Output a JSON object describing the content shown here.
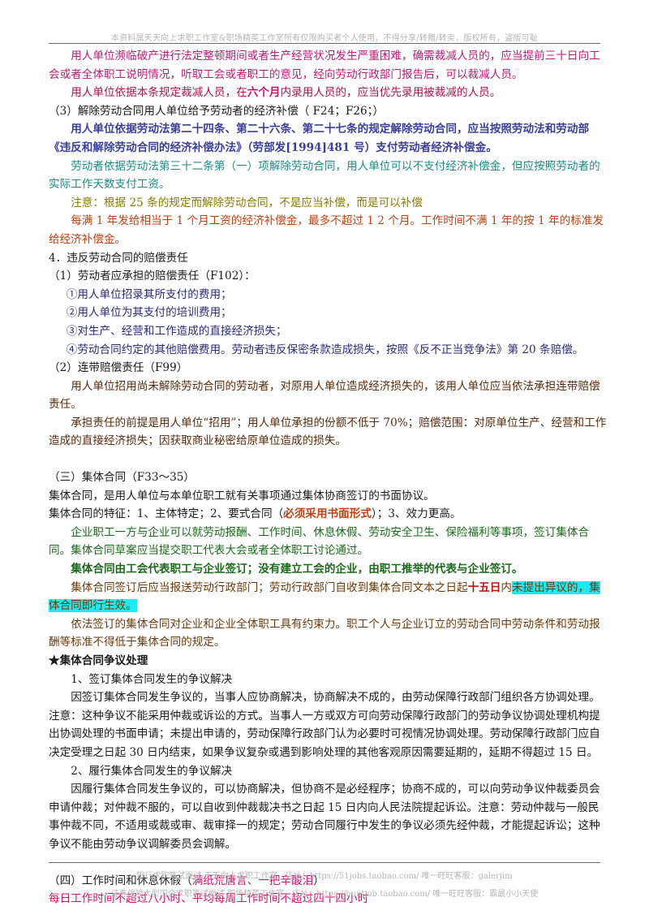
{
  "header": {
    "notice": "本资料属天天向上求职工作室&职场精英工作室所有仅限购买者个人使用，不得分享/转赠/转卖，版权所有，盗版可耻"
  },
  "blocks": [
    {
      "cls": "p ind pink",
      "segs": [
        {
          "t": "用人单位濒临破产进行法定整顿期间或者生产经营状况发生严重困难，确需裁减人员的，应当提前三十日向工会或者全体职工说明情况，听取工会或者职工的意见，经向劳动行政部门报告后，可以裁减人员。"
        }
      ]
    },
    {
      "cls": "p ind darkpink",
      "segs": [
        {
          "t": "用人单位依据本条规定裁减人员，在"
        },
        {
          "t": "六个月",
          "c": "hl-b magenta"
        },
        {
          "t": "内录用人员的，应当优先录用被裁减的人员。"
        }
      ]
    },
    {
      "cls": "p",
      "segs": [
        {
          "t": "（3）解除劳动合同用人单位给予劳动者的经济补偿（ F24；F26；）"
        }
      ]
    },
    {
      "cls": "p ind b blue",
      "segs": [
        {
          "t": "用人单位依据劳动法第二十四条、第二十六条、第二十七条的规定解除劳动合同，应当按照劳动法和劳动部《违反和解除劳动合同的经济补偿办法》（劳部发[1994]481 号）支付劳动者经济补偿金。"
        }
      ]
    },
    {
      "cls": "p ind teal",
      "segs": [
        {
          "t": "劳动者依据劳动法第三十二条第（一）项解除劳动合同，用人单位可以不支付经济补偿金，但应按照劳动者的实际工作天数支付工资。"
        }
      ]
    },
    {
      "cls": "p ind olive",
      "segs": [
        {
          "t": "注意：根据 25 条的规定而解除劳动合同，不是应当补偿，而是可以补偿"
        }
      ]
    },
    {
      "cls": "p ind orange",
      "segs": [
        {
          "t": "每满 1 年发给相当于 1 个月工资的经济补偿金，最多不超过 1 2 个月。工作时间不满 1 年的按 1 年的标准发给经济补偿金。"
        }
      ]
    },
    {
      "cls": "p",
      "segs": [
        {
          "t": "4．违反劳动合同的赔偿责任"
        }
      ]
    },
    {
      "cls": "p",
      "segs": [
        {
          "t": "（1）劳动者应承担的赔偿责任（F102）："
        }
      ]
    },
    {
      "cls": "p ind2 navy",
      "segs": [
        {
          "t": "①用人单位招录其所支付的费用；"
        }
      ]
    },
    {
      "cls": "p ind2 navy",
      "segs": [
        {
          "t": "②用人单位为其支付的培训费用；"
        }
      ]
    },
    {
      "cls": "p ind2 navy",
      "segs": [
        {
          "t": "③对生产、经营和工作造成的直接经济损失；"
        }
      ]
    },
    {
      "cls": "p ind2 navy",
      "segs": [
        {
          "t": "④劳动合同约定的其他赔偿费用。劳动者违反保密条款造成损失，按照《反不正当竞争法》第 20 条赔偿。"
        }
      ]
    },
    {
      "cls": "p",
      "segs": [
        {
          "t": "（2）连带赔偿责任（F99）"
        }
      ]
    },
    {
      "cls": "p ind darkbrown",
      "segs": [
        {
          "t": "用人单位招用尚未解除劳动合同的劳动者，对原用人单位造成经济损失的，该用人单位应当依法承担连带赔偿责任。"
        }
      ]
    },
    {
      "cls": "p ind darkbrown",
      "segs": [
        {
          "t": "承担责任的前提是用人单位“招用”；用人单位承担的份额不低于 70%；赔偿范围：对原单位生产、经营和工作造成的直接经济损失；因获取商业秘密给原单位造成的损失。"
        }
      ]
    },
    {
      "cls": "gap",
      "segs": []
    },
    {
      "cls": "p",
      "segs": [
        {
          "t": "（三）集体合同（F33～35）"
        }
      ]
    },
    {
      "cls": "p",
      "segs": [
        {
          "t": "集体合同，是用人单位与本单位职工就有关事项通过集体协商签订的书面协议。"
        }
      ]
    },
    {
      "cls": "p",
      "segs": [
        {
          "t": "集体合同的特征：1、主体特定；2、要式合同（"
        },
        {
          "t": "必须采用书面形式",
          "c": "b orange"
        },
        {
          "t": "）；3、效力更高。"
        }
      ]
    },
    {
      "cls": "p ind green",
      "segs": [
        {
          "t": "企业职工一方与企业可以就劳动报酬、工作时间、休息休假、劳动安全卫生、保险福利等事项，签订集体合同。集体合同草案应当提交职工代表大会或者全体职工讨论通过。"
        }
      ]
    },
    {
      "cls": "p ind b green",
      "segs": [
        {
          "t": "集体合同由工会代表职工与企业签订；没有建立工会的企业，由职工推举的代表与企业签订。"
        }
      ]
    },
    {
      "cls": "p ind brown",
      "segs": [
        {
          "t": "集体合同签订后应当报送劳动行政部门；劳动行政部门自收到集体合同文本之日起"
        },
        {
          "t": "十五日",
          "c": "b red"
        },
        {
          "t": "内",
          "c": ""
        },
        {
          "t": "未提出异议的，集体合同即行生效。",
          "c": "hl-cyan"
        }
      ]
    },
    {
      "cls": "p ind brown",
      "segs": [
        {
          "t": "依法签订的集体合同对企业和企业全体职工具有约束力。职工个人与企业订立的劳动合同中劳动条件和劳动报酬等标准不得低于集体合同的规定。"
        }
      ]
    },
    {
      "cls": "p b",
      "segs": [
        {
          "t": "★集体合同争议处理"
        }
      ]
    },
    {
      "cls": "p ind",
      "segs": [
        {
          "t": "1、签订集体合同发生的争议解决"
        }
      ]
    },
    {
      "cls": "p ind",
      "segs": [
        {
          "t": "因签订集体合同发生争议的，当事人应协商解决，协商解决不成的，由劳动保障行政部门组织各方协调处理。注意：这种争议不能采用仲裁或诉讼的方式。当事人一方或双方可向劳动保障行政部门的劳动争议协调处理机构提出协调处理的书面申请；未提出申请的，劳动保障行政部门认为必要时可视情况协调处理。劳动保障行政部门应自决定受理之日起 30 日内结束，如果争议复杂或遇到影响处理的其他客观原因需要延期的，延期不得超过 15 日。"
        }
      ]
    },
    {
      "cls": "p ind",
      "segs": [
        {
          "t": "2、履行集体合同发生的争议解决"
        }
      ]
    },
    {
      "cls": "p ind",
      "segs": [
        {
          "t": "因履行集体合同发生争议的，可以协商解决，但协商不是必经程序；协商不成的，可以向劳动争议仲裁委员会申请仲裁；对仲裁不服的，可以自收到仲裁裁决书之日起 15 日内向人民法院提起诉讼。注意：劳动仲裁与一般民事仲裁不同，不适用或裁或审、裁审择一的规定；劳动合同履行中发生的争议必须先经仲裁，才能提起诉讼；这种争议不能由劳动争议调解委员会调解。"
        }
      ]
    },
    {
      "cls": "gap",
      "segs": []
    },
    {
      "cls": "p",
      "segs": [
        {
          "t": "（四）工作时间和休息休假（"
        },
        {
          "t": "满纸荒唐言、一把辛酸泪",
          "c": "magenta"
        },
        {
          "t": "）"
        }
      ]
    },
    {
      "cls": "p magenta",
      "segs": [
        {
          "t": "每日工作时间不超过八小时、平均每周工作时间不超过四十四小时"
        }
      ]
    }
  ],
  "footer": {
    "line1": "银行求职笔试面试-天天向上求职工作室，店址：https://51jobs.taobao.com/ 唯一旺旺客服：galerjim",
    "line2": "证券保险大型国企求职笔试面试-职场精英工作室，店址：https://huntjob.taobao.com/ 唯一旺旺客服：霸最小小天使"
  }
}
